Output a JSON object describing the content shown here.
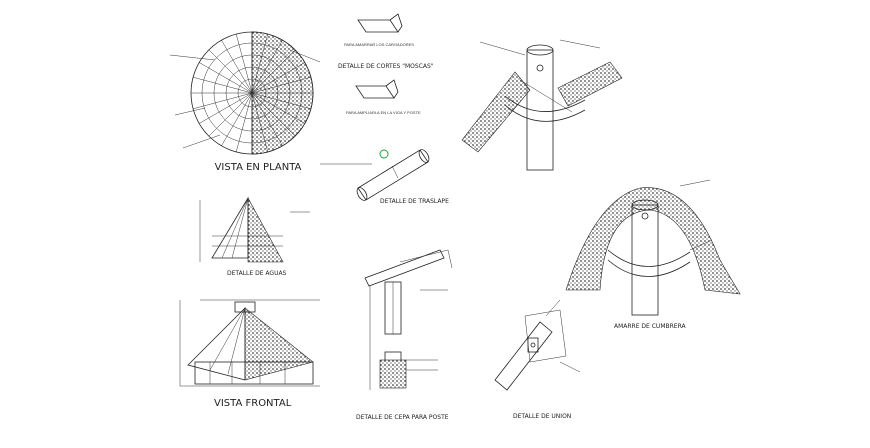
{
  "drawing": {
    "background": "#ffffff",
    "ink": "#222222",
    "accent": "#1fa33a"
  },
  "titles": {
    "vista_planta": "VISTA EN PLANTA",
    "cortes": "DETALLE DE CORTES \"MOSCAS\"",
    "traslape": "DETALLE DE TRASLAPE",
    "aguas": "DETALLE DE AGUAS",
    "vista_frontal": "VISTA FRONTAL",
    "cepa": "DETALLE DE CEPA PARA POSTE",
    "union": "DETALLE DE UNION",
    "amarre": "AMARRE DE CUMBRERA"
  },
  "notes": {
    "ensamblar": "PARA AMARRAR LOS CARGADORES",
    "ampliar": "PARA AMPLIARLA EN LA VIGA Y POSTE"
  }
}
